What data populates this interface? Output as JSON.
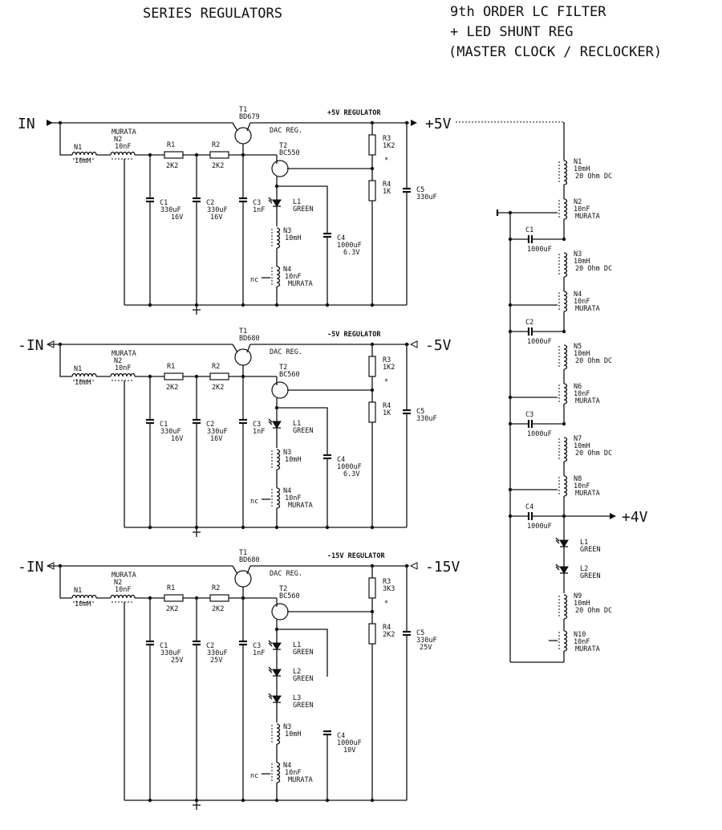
{
  "titles": {
    "left": "SERIES REGULATORS",
    "right_1": "9th ORDER LC FILTER",
    "right_2": "+ LED SHUNT REG",
    "right_3": "(MASTER CLOCK / RECLOCKER)"
  },
  "regulators": [
    {
      "input": "IN",
      "output": "+5V",
      "name": "+5V REGULATOR",
      "t1": "T1",
      "t1_part": "BD679",
      "dac": "DAC REG.",
      "t2": "T2",
      "t2_part": "BC550",
      "n1": "N1",
      "n1_val": "10mH",
      "n2": "N2",
      "n2_brand": "MURATA",
      "n2_val": "10nF",
      "r1": "R1",
      "r1_val": "2K2",
      "r2": "R2",
      "r2_val": "2K2",
      "c1": "C1",
      "c1_v1": "330uF",
      "c1_v2": "16V",
      "c2": "C2",
      "c2_v1": "330uF",
      "c2_v2": "16V",
      "c3": "C3",
      "c3_val": "1nF",
      "leds": [
        {
          "name": "L1",
          "color": "GREEN"
        }
      ],
      "n3": "N3",
      "n3_val": "10mH",
      "n4": "N4",
      "n4_val": "10nF",
      "n4_brand": "MURATA",
      "nc": "nc",
      "c4": "C4",
      "c4_v1": "1000uF",
      "c4_v2": "6.3V",
      "r3": "R3",
      "r3_val": "1K2",
      "star": "*",
      "r4": "R4",
      "r4_val": "1K",
      "c5": "C5",
      "c5_v1": "330uF",
      "c5_v2": ""
    },
    {
      "input": "-IN",
      "output": "-5V",
      "name": "-5V REGULATOR",
      "t1": "T1",
      "t1_part": "BD680",
      "dac": "DAC REG.",
      "t2": "T2",
      "t2_part": "BC560",
      "n1": "N1",
      "n1_val": "10mH",
      "n2": "N2",
      "n2_brand": "MURATA",
      "n2_val": "10nF",
      "r1": "R1",
      "r1_val": "2K2",
      "r2": "R2",
      "r2_val": "2K2",
      "c1": "C1",
      "c1_v1": "330uF",
      "c1_v2": "16V",
      "c2": "C2",
      "c2_v1": "330uF",
      "c2_v2": "16V",
      "c3": "C3",
      "c3_val": "1nF",
      "leds": [
        {
          "name": "L1",
          "color": "GREEN"
        }
      ],
      "n3": "N3",
      "n3_val": "10mH",
      "n4": "N4",
      "n4_val": "10nF",
      "n4_brand": "MURATA",
      "nc": "nc",
      "c4": "C4",
      "c4_v1": "1000uF",
      "c4_v2": "6.3V",
      "r3": "R3",
      "r3_val": "1K2",
      "star": "*",
      "r4": "R4",
      "r4_val": "1K",
      "c5": "C5",
      "c5_v1": "330uF",
      "c5_v2": ""
    },
    {
      "input": "-IN",
      "output": "-15V",
      "name": "-15V REGULATOR",
      "t1": "T1",
      "t1_part": "BD680",
      "dac": "DAC REG.",
      "t2": "T2",
      "t2_part": "BC560",
      "n1": "N1",
      "n1_val": "10mH",
      "n2": "N2",
      "n2_brand": "MURATA",
      "n2_val": "10nF",
      "r1": "R1",
      "r1_val": "2K2",
      "r2": "R2",
      "r2_val": "2K2",
      "c1": "C1",
      "c1_v1": "330uF",
      "c1_v2": "25V",
      "c2": "C2",
      "c2_v1": "330uF",
      "c2_v2": "25V",
      "c3": "C3",
      "c3_val": "1nF",
      "leds": [
        {
          "name": "L1",
          "color": "GREEN"
        },
        {
          "name": "L2",
          "color": "GREEN"
        },
        {
          "name": "L3",
          "color": "GREEN"
        }
      ],
      "n3": "N3",
      "n3_val": "10mH",
      "n4": "N4",
      "n4_val": "10nF",
      "n4_brand": "MURATA",
      "nc": "nc",
      "c4": "C4",
      "c4_v1": "1000uF",
      "c4_v2": "10V",
      "r3": "R3",
      "r3_val": "3K3",
      "star": "*",
      "r4": "R4",
      "r4_val": "2K2",
      "c5": "C5",
      "c5_v1": "330uF",
      "c5_v2": "25V"
    }
  ],
  "filter": {
    "inductors": [
      {
        "name": "N1",
        "l1": "10mH",
        "l2": "20 Ohm DC"
      },
      {
        "name": "N2",
        "l1": "10nF",
        "l2": "MURATA"
      },
      {
        "name": "N3",
        "l1": "10mH",
        "l2": "20 Ohm DC"
      },
      {
        "name": "N4",
        "l1": "10nF",
        "l2": "MURATA"
      },
      {
        "name": "N5",
        "l1": "10mH",
        "l2": "20 Ohm DC"
      },
      {
        "name": "N6",
        "l1": "10nF",
        "l2": "MURATA"
      },
      {
        "name": "N7",
        "l1": "10mH",
        "l2": "20 Ohm DC"
      },
      {
        "name": "N8",
        "l1": "10nF",
        "l2": "MURATA"
      }
    ],
    "caps": [
      {
        "name": "C1",
        "value": "1000uF"
      },
      {
        "name": "C2",
        "value": "1000uF"
      },
      {
        "name": "C3",
        "value": "1000uF"
      },
      {
        "name": "C4",
        "value": "1000uF"
      }
    ],
    "output": "+4V",
    "leds": [
      {
        "name": "L1",
        "color": "GREEN"
      },
      {
        "name": "L2",
        "color": "GREEN"
      }
    ],
    "n9": {
      "name": "N9",
      "l1": "10mH",
      "l2": "20 Ohm DC"
    },
    "n10": {
      "name": "N10",
      "l1": "10nF",
      "l2": "MURATA"
    }
  }
}
